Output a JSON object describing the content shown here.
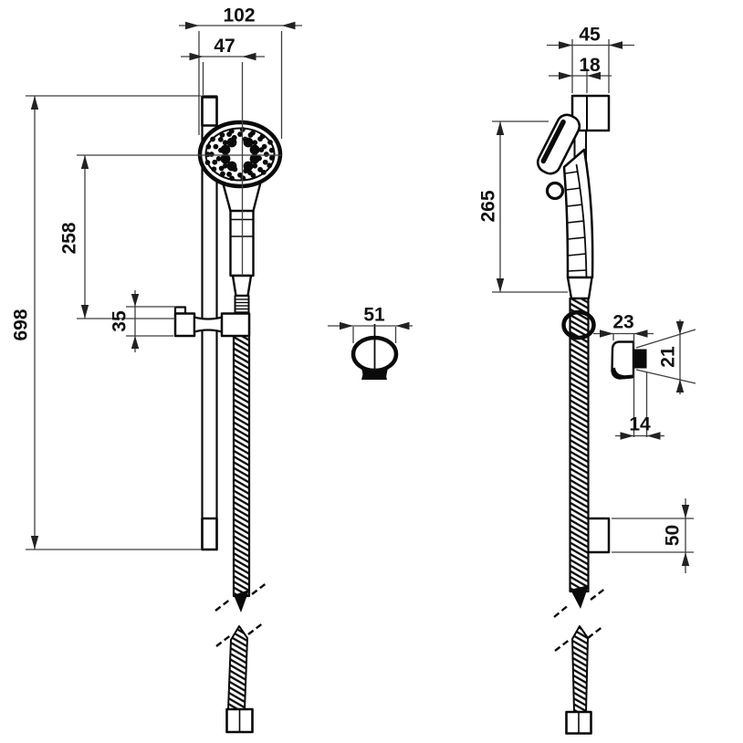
{
  "colors": {
    "background": "#ffffff",
    "part_line": "#0a0a0a",
    "dim_line": "#3f3f3f",
    "dim_text": "#111111"
  },
  "views": {
    "front": {
      "dims": {
        "head_diameter": "102",
        "head_offset": "47",
        "head_to_holder": "258",
        "holder_height": "35",
        "bar_length": "698"
      }
    },
    "section": {
      "dims": {
        "bar_width": "51"
      }
    },
    "side": {
      "dims": {
        "bracket_depth": "45",
        "bar_depth": "18",
        "handset_length": "265",
        "holder_depth": "23",
        "knob_height": "21",
        "knob_tip_width": "14",
        "bottom_bracket_height": "50"
      }
    }
  }
}
